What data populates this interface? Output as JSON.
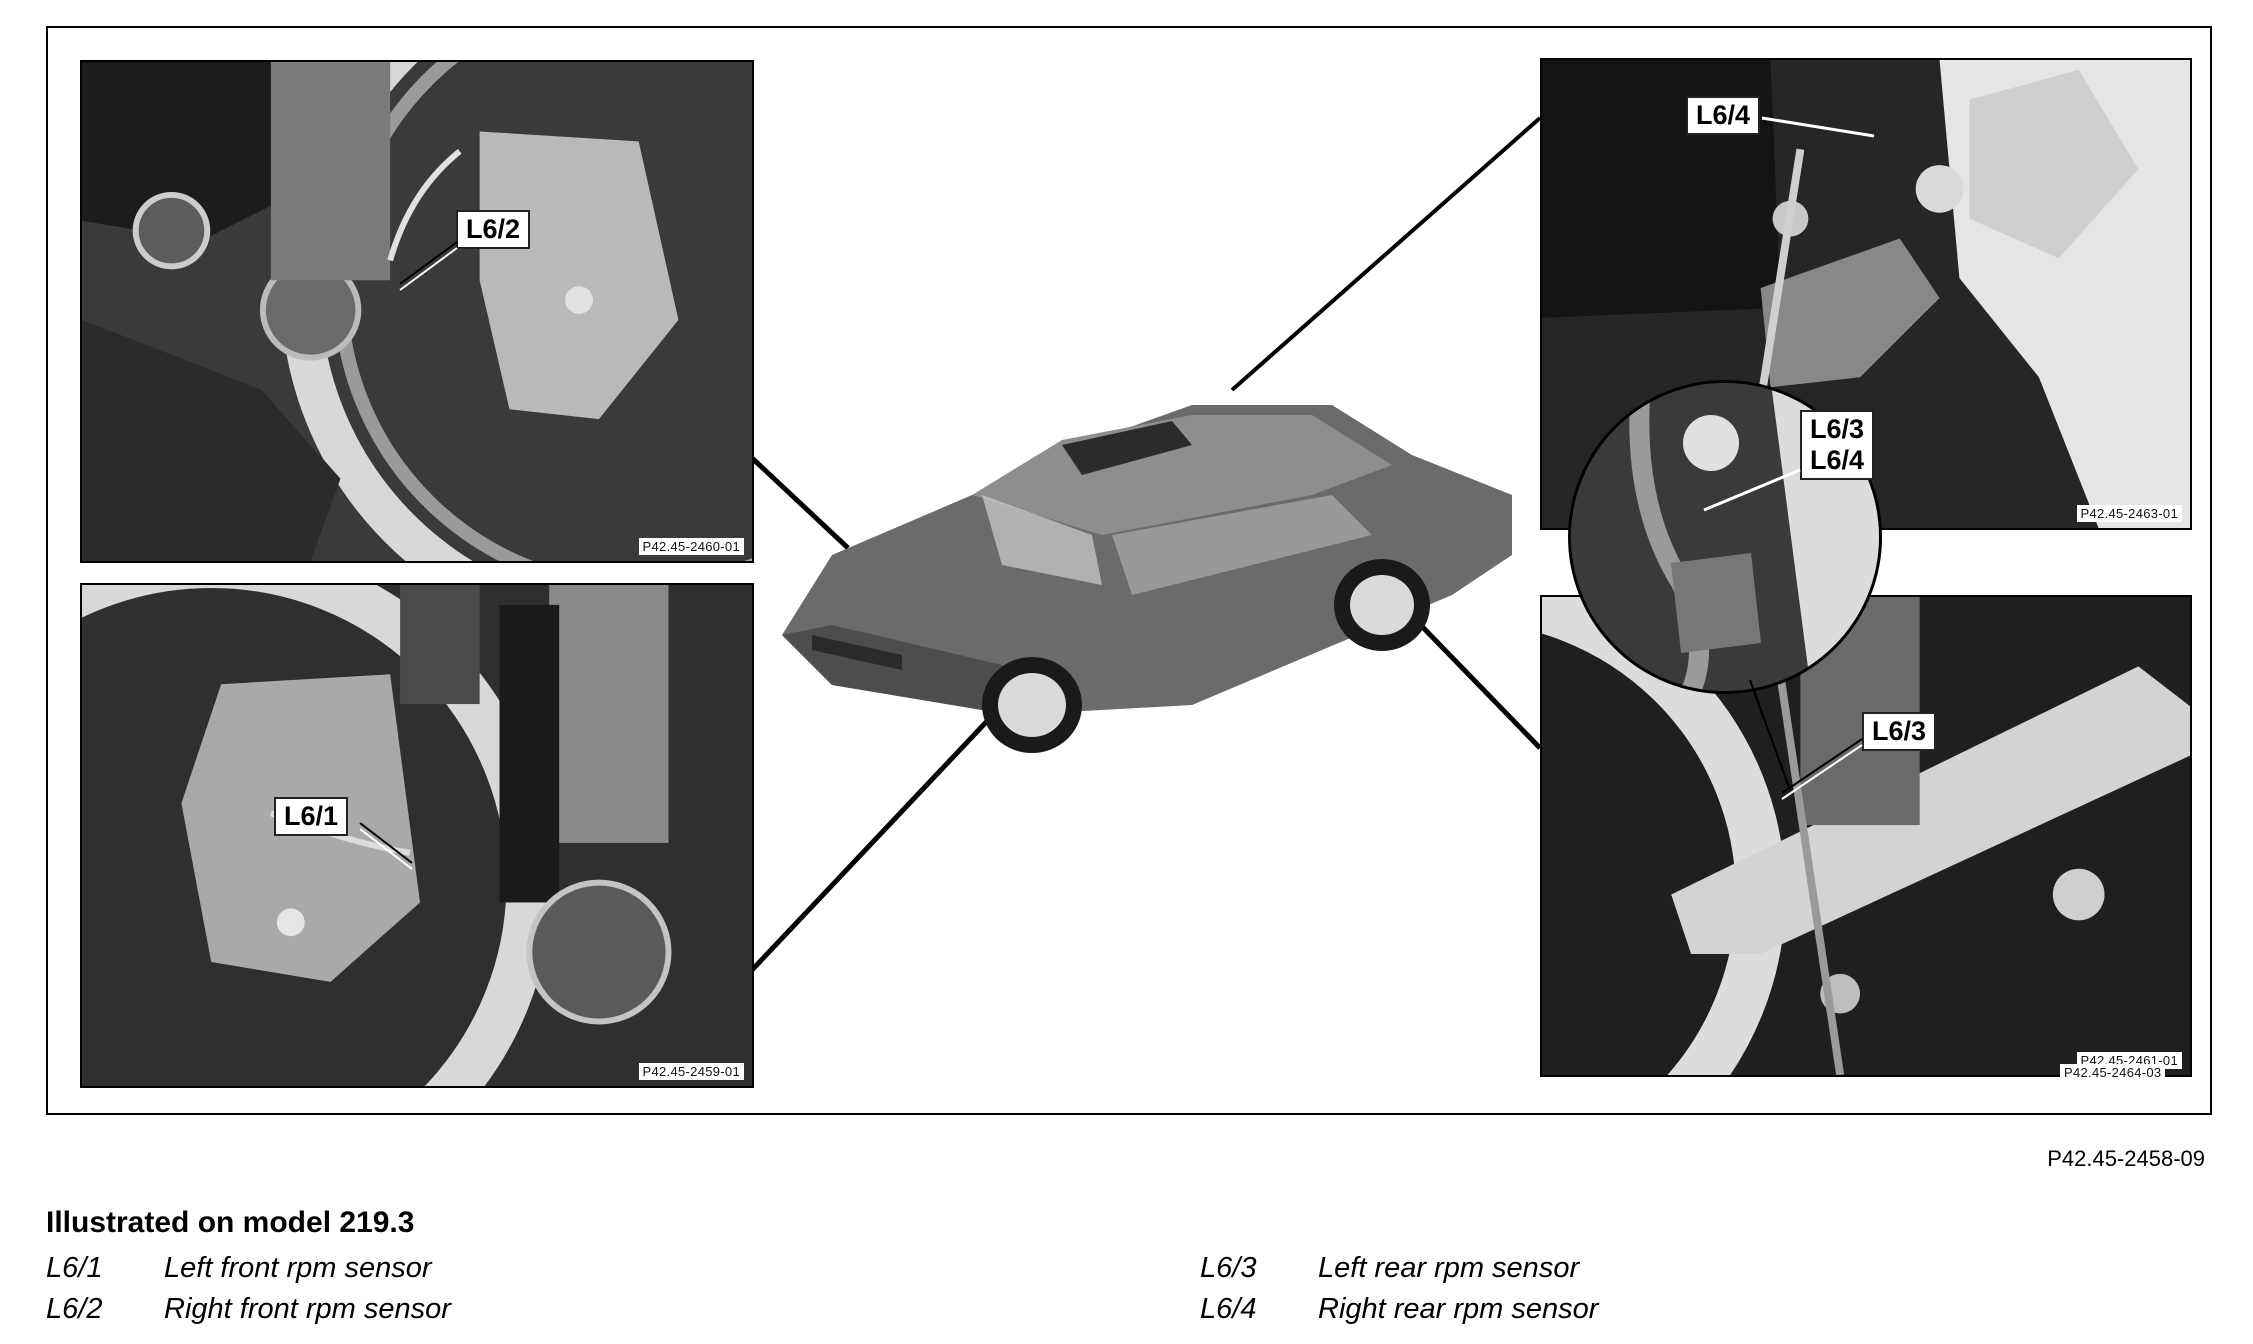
{
  "panels": {
    "top_left": {
      "callout": "L6/2",
      "photo_code": "P42.45-2460-01"
    },
    "bottom_left": {
      "callout": "L6/1",
      "photo_code": "P42.45-2459-01"
    },
    "top_right": {
      "callout": "L6/4",
      "photo_code": "P42.45-2463-01"
    },
    "bottom_right": {
      "callout": "L6/3",
      "photo_code": "P42.45-2461-01",
      "outer_code": "P42.45-2464-03"
    },
    "magnifier": {
      "callout_a": "L6/3",
      "callout_b": "L6/4"
    }
  },
  "figure_id": "P42.45-2458-09",
  "legend": {
    "title": "Illustrated on model 219.3",
    "items": [
      {
        "code": "L6/1",
        "label": "Left front rpm sensor"
      },
      {
        "code": "L6/2",
        "label": "Right front rpm sensor"
      },
      {
        "code": "L6/3",
        "label": "Left rear rpm sensor"
      },
      {
        "code": "L6/4",
        "label": "Right rear rpm sensor"
      }
    ]
  }
}
